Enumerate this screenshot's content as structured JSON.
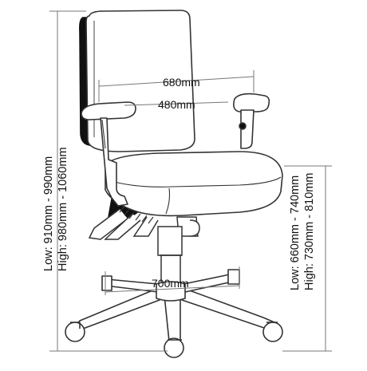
{
  "dimensions": {
    "overall_width": "680mm",
    "seat_width": "480mm",
    "base_width": "700mm",
    "overall_height_low": "Low: 910mm - 990mm",
    "overall_height_high": "High: 980mm - 1060mm",
    "seat_height_low": "Low: 660mm - 740mm",
    "seat_height_high": "High: 730mm - 810mm"
  },
  "colors": {
    "line": "#333333",
    "dimension_line": "#777777",
    "shadow": "#111111"
  }
}
